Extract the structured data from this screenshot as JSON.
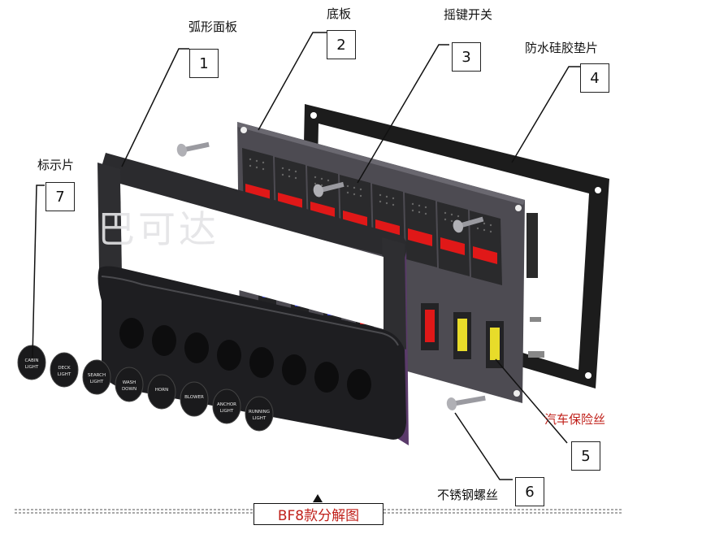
{
  "colors": {
    "accent_red": "#c0201a",
    "panel_dark": "#2a2a2c",
    "rocker_red": "#e01818",
    "fuse_blue": "#2a36c8",
    "fuse_yellow": "#e8dc2a",
    "gasket": "#1c1c1c"
  },
  "callouts": [
    {
      "number": "1",
      "label": "弧形面板"
    },
    {
      "number": "2",
      "label": "底板"
    },
    {
      "number": "3",
      "label": "摇键开关"
    },
    {
      "number": "4",
      "label": "防水硅胶垫片"
    },
    {
      "number": "5",
      "label": "汽车保险丝"
    },
    {
      "number": "6",
      "label": "不锈钢螺丝"
    },
    {
      "number": "7",
      "label": "标示片"
    }
  ],
  "watermark": "巴可达",
  "caption": "BF8款分解图",
  "label_tags": [
    {
      "line1": "CABIN",
      "line2": "LIGHT"
    },
    {
      "line1": "DECK",
      "line2": "LIGHT"
    },
    {
      "line1": "SEARCH",
      "line2": "LIGHT"
    },
    {
      "line1": "WASH",
      "line2": "DOWN"
    },
    {
      "line1": "HORN",
      "line2": ""
    },
    {
      "line1": "BLOWER",
      "line2": ""
    },
    {
      "line1": "ANCHOR",
      "line2": "LIGHT"
    },
    {
      "line1": "RUNNING",
      "line2": "LIGHT"
    }
  ]
}
